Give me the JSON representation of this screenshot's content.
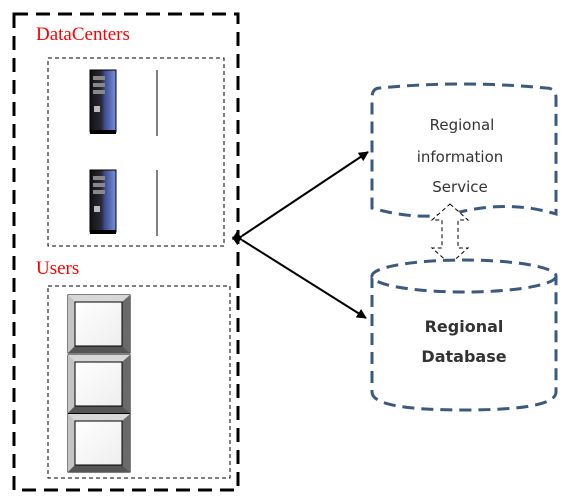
{
  "datacenters": {
    "label": "DataCenters",
    "servers": [
      {
        "icon": "server-tower-icon"
      },
      {
        "icon": "server-tower-icon"
      }
    ]
  },
  "users": {
    "label": "Users",
    "terminals": [
      {
        "icon": "monitor-icon"
      },
      {
        "icon": "monitor-icon"
      },
      {
        "icon": "monitor-icon"
      }
    ]
  },
  "regional_service": {
    "lines": [
      "Regional",
      "information",
      "Service"
    ]
  },
  "regional_database": {
    "lines": [
      "Regional",
      "Database"
    ]
  },
  "colors": {
    "group_label": "#ff0000",
    "outer_border": "#000000",
    "cloud_border": "#3a5a80",
    "text": "#333333"
  }
}
